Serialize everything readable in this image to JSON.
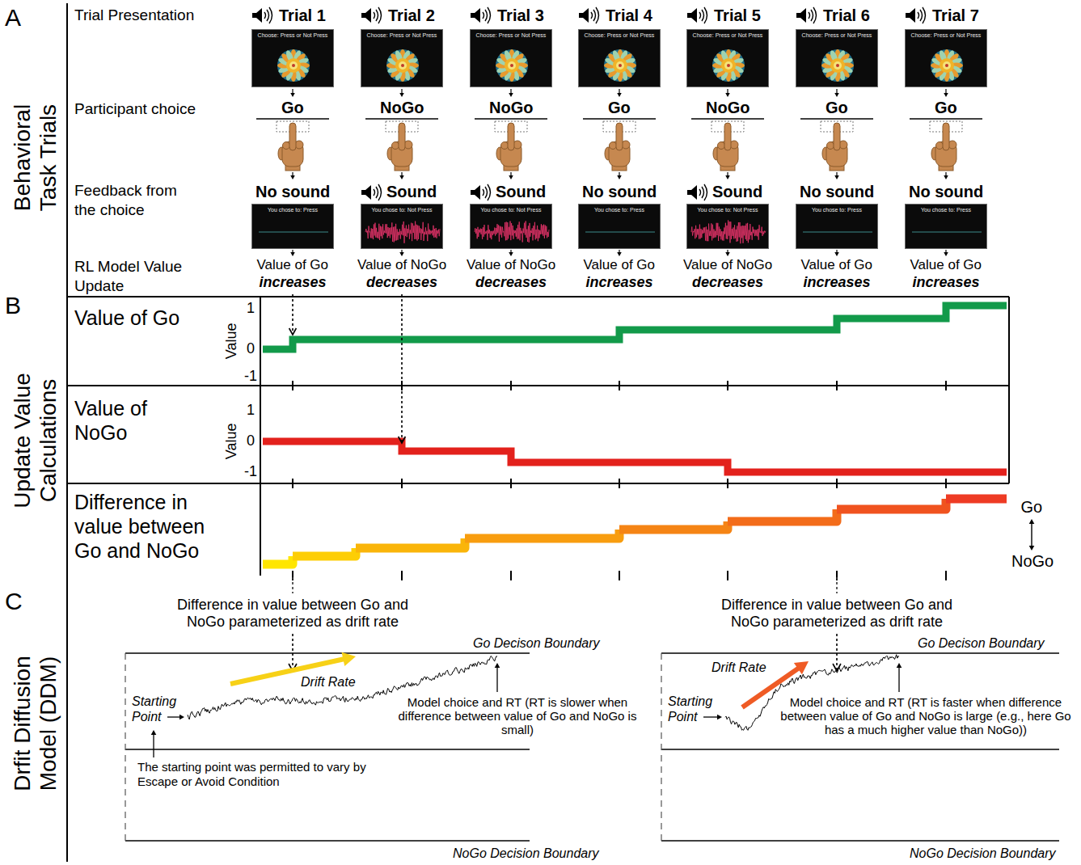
{
  "diagram": {
    "nodes": [
      {
        "text": [
          "Choose: Press or Not Press"
        ]
      },
      {
        "text": [
          "Choose: Press or Not Press"
        ]
      },
      {
        "text": [
          "Choose: Press or Not Press"
        ]
      },
      {
        "text": [
          "Choose: Press or Not Press"
        ]
      },
      {
        "text": [
          "Choose: Press or Not Press"
        ]
      },
      {
        "text": [
          "Choose: Press or Not Press"
        ]
      },
      {
        "text": [
          "Choose: Press or Not Press"
        ]
      },
      {
        "text": [
          "You chose to: Press"
        ]
      },
      {
        "text": [
          "You chose to: Not Press"
        ]
      },
      {
        "text": [
          "You chose to: Not Press"
        ]
      },
      {
        "text": [
          "You chose to: Press"
        ]
      },
      {
        "text": [
          "You chose to: Not Press"
        ]
      },
      {
        "text": [
          "You chose to: Press"
        ]
      },
      {
        "text": [
          "You chose to: Press"
        ]
      }
    ],
    "labels": [
      "A",
      "Behavioral Task Trials",
      "Trial Presentation",
      "Trial 1",
      "Trial 2",
      "Trial 3",
      "Trial 4",
      "Trial 5",
      "Trial 6",
      "Trial 7",
      "Participant choice",
      "Go",
      "NoGo",
      "NoGo",
      "Go",
      "NoGo",
      "Go",
      "Go",
      "Feedback from the choice",
      "No sound",
      "Sound",
      "Sound",
      "No sound",
      "Sound",
      "No sound",
      "No sound",
      "RL Model Value Update",
      "Value of Go",
      "increases",
      "Value of NoGo",
      "decreases",
      "Value of NoGo",
      "decreases",
      "Value of Go",
      "increases",
      "Value of NoGo",
      "decreases",
      "Value of Go",
      "increases",
      "Value of Go",
      "increases",
      "B",
      "Update Value Calculations",
      "Value of Go",
      "Value",
      "1",
      "0",
      "-1",
      "Value of NoGo",
      "Value",
      "1",
      "0",
      "-1",
      "Difference in value between Go and NoGo",
      "Go",
      "NoGo",
      "C",
      "Drfit Diffusion Model (DDM)",
      "Difference in value between Go and NoGo parameterized as drift rate",
      "Go Decison Boundary",
      "Drift Rate",
      "Starting Point",
      "Model choice and RT (RT is slower when difference between value of Go and NoGo is small)",
      "The starting point was permitted to vary by Escape or Avoid Condition",
      "NoGo Decision Boundary",
      "Difference in value between Go and NoGo parameterized as drift rate",
      "Go Decison Boundary",
      "Drift Rate",
      "Starting Point",
      "Model choice and RT (RT is faster when difference between value of Go and NoGo is large (e.g., here Go has a much higher value than NoGo))",
      "NoGo Decision Boundary"
    ]
  }
}
